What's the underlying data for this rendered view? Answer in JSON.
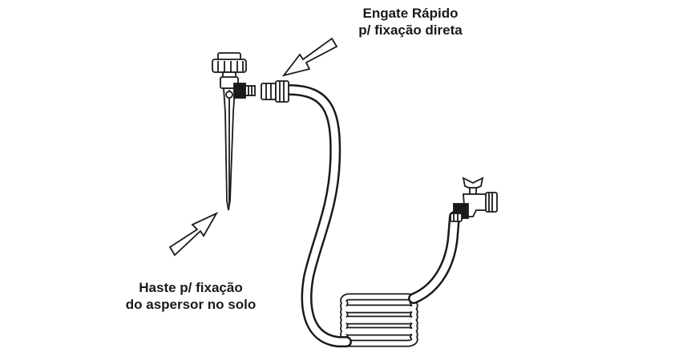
{
  "labels": {
    "quick_coupler": {
      "line1": "Engate Rápido",
      "line2": "p/ fixação direta"
    },
    "ground_stake": {
      "line1": "Haste p/ fixação",
      "line2": "do aspersor no solo"
    }
  },
  "icons": [
    "sprinkler-icon",
    "quick-coupler-icon",
    "garden-hose-icon",
    "water-faucet-icon",
    "arrow-icon"
  ],
  "colors": {
    "ink": "#1a1a1a",
    "hose_fill": "#ffffff",
    "background": "#ffffff"
  }
}
